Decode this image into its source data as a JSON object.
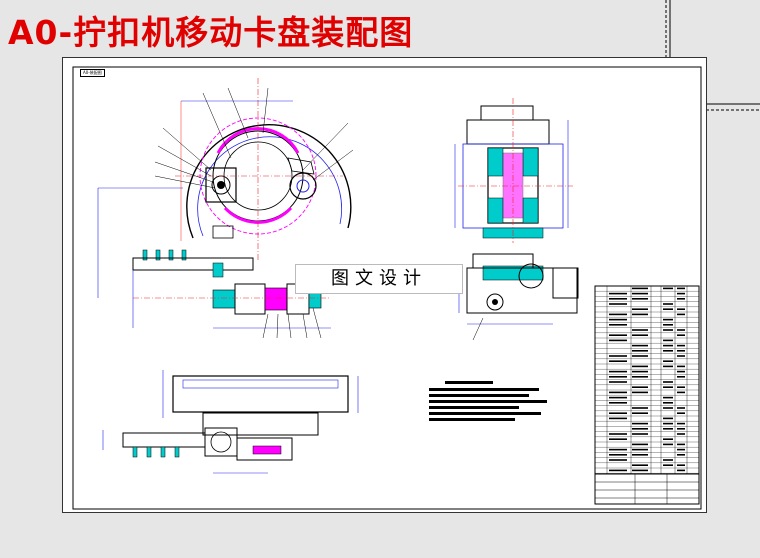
{
  "title": "A0-拧扣机移动卡盘装配图",
  "watermark": "图文设计",
  "drawing_code": "A0-装配图",
  "colors": {
    "title": "#e00000",
    "outline": "#2222ee",
    "center_line": "#ee2222",
    "hatch": "#ff00ff",
    "cyan_fill": "#00cccc",
    "dimension": "#2222ee",
    "parts_table": "#000000"
  },
  "icons": [
    "front-view-drawing",
    "side-view-drawing",
    "top-view-drawing",
    "parts-list-table",
    "technical-notes-block"
  ]
}
